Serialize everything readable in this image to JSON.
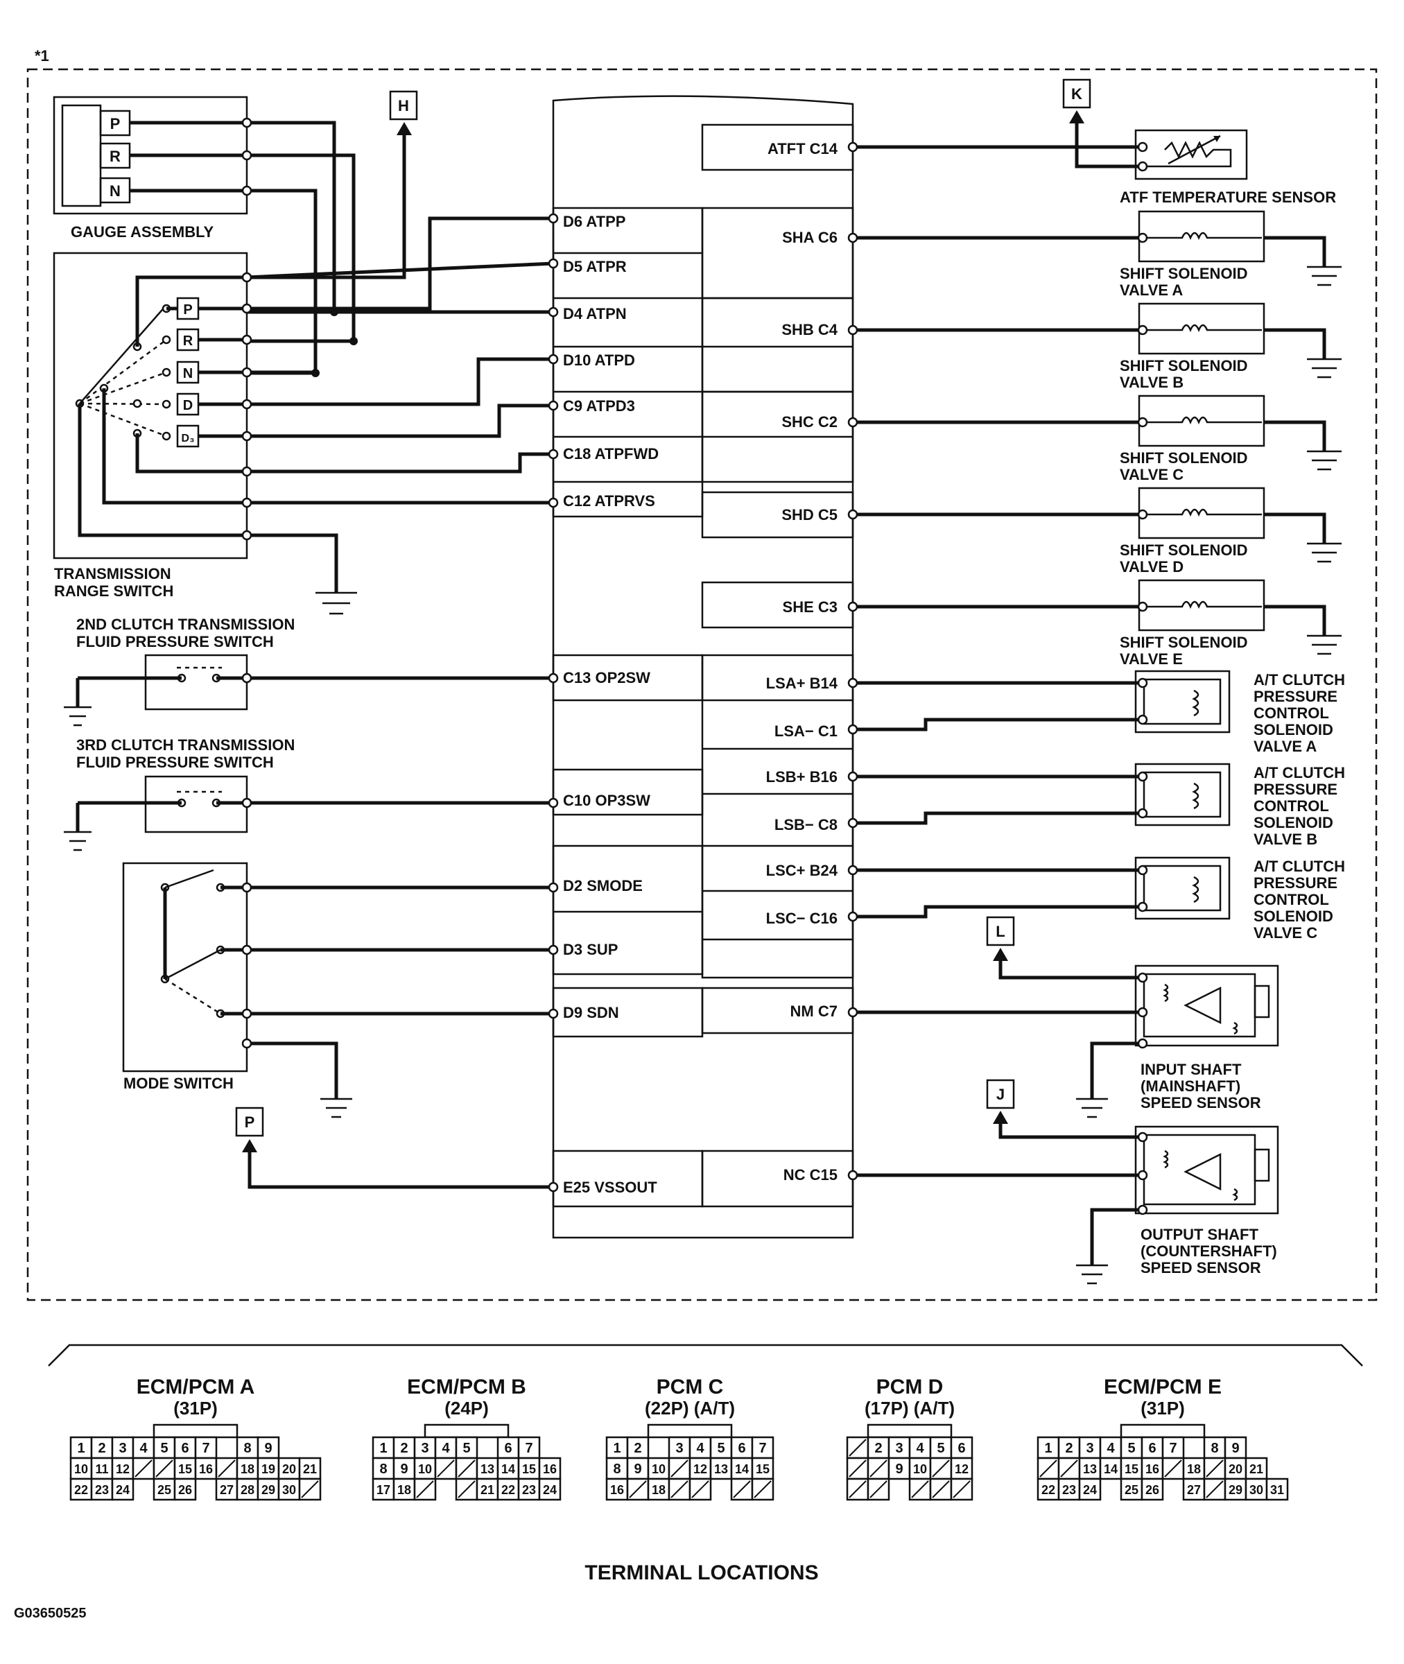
{
  "frame_note": "*1",
  "figure_code": "G03650525",
  "connector_refs": {
    "H": "H",
    "K": "K",
    "L": "L",
    "J": "J",
    "P": "P"
  },
  "gauge_assembly": {
    "label": "GAUGE ASSEMBLY",
    "positions": [
      "P",
      "R",
      "N"
    ]
  },
  "transmission_range_switch": {
    "label_line1": "TRANSMISSION",
    "label_line2": "RANGE SWITCH",
    "positions": [
      "P",
      "R",
      "N",
      "D",
      "D₃"
    ]
  },
  "second_clutch_switch": {
    "label_line1": "2ND CLUTCH TRANSMISSION",
    "label_line2": "FLUID PRESSURE SWITCH"
  },
  "third_clutch_switch": {
    "label_line1": "3RD CLUTCH TRANSMISSION",
    "label_line2": "FLUID PRESSURE SWITCH"
  },
  "mode_switch": {
    "label": "MODE SWITCH"
  },
  "ecm_left_terminals": [
    "D6 ATPP",
    "D5 ATPR",
    "D4 ATPN",
    "D10 ATPD",
    "C9 ATPD3",
    "C18 ATPFWD",
    "C12 ATPRVS",
    "C13 OP2SW",
    "C10 OP3SW",
    "D2 SMODE",
    "D3 SUP",
    "D9 SDN",
    "E25 VSSOUT"
  ],
  "ecm_right_terminals": [
    "ATFT C14",
    "SHA C6",
    "SHB C4",
    "SHC C2",
    "SHD C5",
    "SHE C3",
    "LSA+ B14",
    "LSA− C1",
    "LSB+ B16",
    "LSB− C8",
    "LSC+ B24",
    "LSC− C16",
    "NM C7",
    "NC C15"
  ],
  "atf_sensor": {
    "label": "ATF TEMPERATURE SENSOR"
  },
  "shift_solenoids": [
    {
      "line1": "SHIFT SOLENOID",
      "line2": "VALVE A"
    },
    {
      "line1": "SHIFT SOLENOID",
      "line2": "VALVE B"
    },
    {
      "line1": "SHIFT SOLENOID",
      "line2": "VALVE C"
    },
    {
      "line1": "SHIFT SOLENOID",
      "line2": "VALVE D"
    },
    {
      "line1": "SHIFT SOLENOID",
      "line2": "VALVE E"
    }
  ],
  "pressure_solenoids": [
    {
      "lines": [
        "A/T CLUTCH",
        "PRESSURE",
        "CONTROL",
        "SOLENOID",
        "VALVE A"
      ]
    },
    {
      "lines": [
        "A/T CLUTCH",
        "PRESSURE",
        "CONTROL",
        "SOLENOID",
        "VALVE B"
      ]
    },
    {
      "lines": [
        "A/T CLUTCH",
        "PRESSURE",
        "CONTROL",
        "SOLENOID",
        "VALVE C"
      ]
    }
  ],
  "input_shaft_sensor": {
    "lines": [
      "INPUT SHAFT",
      "(MAINSHAFT)",
      "SPEED SENSOR"
    ]
  },
  "output_shaft_sensor": {
    "lines": [
      "OUTPUT SHAFT",
      "(COUNTERSHAFT)",
      "SPEED SENSOR"
    ]
  },
  "terminal_locations": {
    "title": "TERMINAL LOCATIONS",
    "connectors": [
      {
        "name": "ECM/PCM A",
        "pins": "(31P)",
        "rows": [
          [
            "1",
            "2",
            "3",
            "4",
            "5",
            "6",
            "7",
            "",
            "8",
            "9"
          ],
          [
            "10",
            "11",
            "12",
            "/",
            "/",
            "15",
            "16",
            "/",
            "18",
            "19",
            "20",
            "21"
          ],
          [
            "22",
            "23",
            "24",
            "",
            "25",
            "26",
            "",
            "27",
            "28",
            "29",
            "30",
            "/"
          ]
        ]
      },
      {
        "name": "ECM/PCM B",
        "pins": "(24P)",
        "rows": [
          [
            "1",
            "2",
            "3",
            "4",
            "5",
            "",
            "6",
            "7"
          ],
          [
            "8",
            "9",
            "10",
            "/",
            "/",
            "13",
            "14",
            "15",
            "16"
          ],
          [
            "17",
            "18",
            "/",
            "",
            "/",
            "21",
            "22",
            "23",
            "24"
          ]
        ]
      },
      {
        "name": "PCM C",
        "pins": "(22P) (A/T)",
        "rows": [
          [
            "1",
            "2",
            "",
            "3",
            "4",
            "5",
            "6",
            "7"
          ],
          [
            "8",
            "9",
            "10",
            "/",
            "12",
            "13",
            "14",
            "15"
          ],
          [
            "16",
            "/",
            "18",
            "/",
            "/",
            "",
            "/",
            "/"
          ]
        ]
      },
      {
        "name": "PCM D",
        "pins": "(17P) (A/T)",
        "rows": [
          [
            "/",
            "2",
            "3",
            "4",
            "5",
            "6"
          ],
          [
            "/",
            "/",
            "9",
            "10",
            "/",
            "12"
          ],
          [
            "/",
            "/",
            "",
            "/",
            "/",
            "/"
          ]
        ]
      },
      {
        "name": "ECM/PCM E",
        "pins": "(31P)",
        "rows": [
          [
            "1",
            "2",
            "3",
            "4",
            "5",
            "6",
            "7",
            "",
            "8",
            "9"
          ],
          [
            "/",
            "/",
            "13",
            "14",
            "15",
            "16",
            "/",
            "18",
            "/",
            "20",
            "21"
          ],
          [
            "22",
            "23",
            "24",
            "",
            "25",
            "26",
            "",
            "27",
            "/",
            "29",
            "30",
            "31"
          ]
        ]
      }
    ]
  }
}
